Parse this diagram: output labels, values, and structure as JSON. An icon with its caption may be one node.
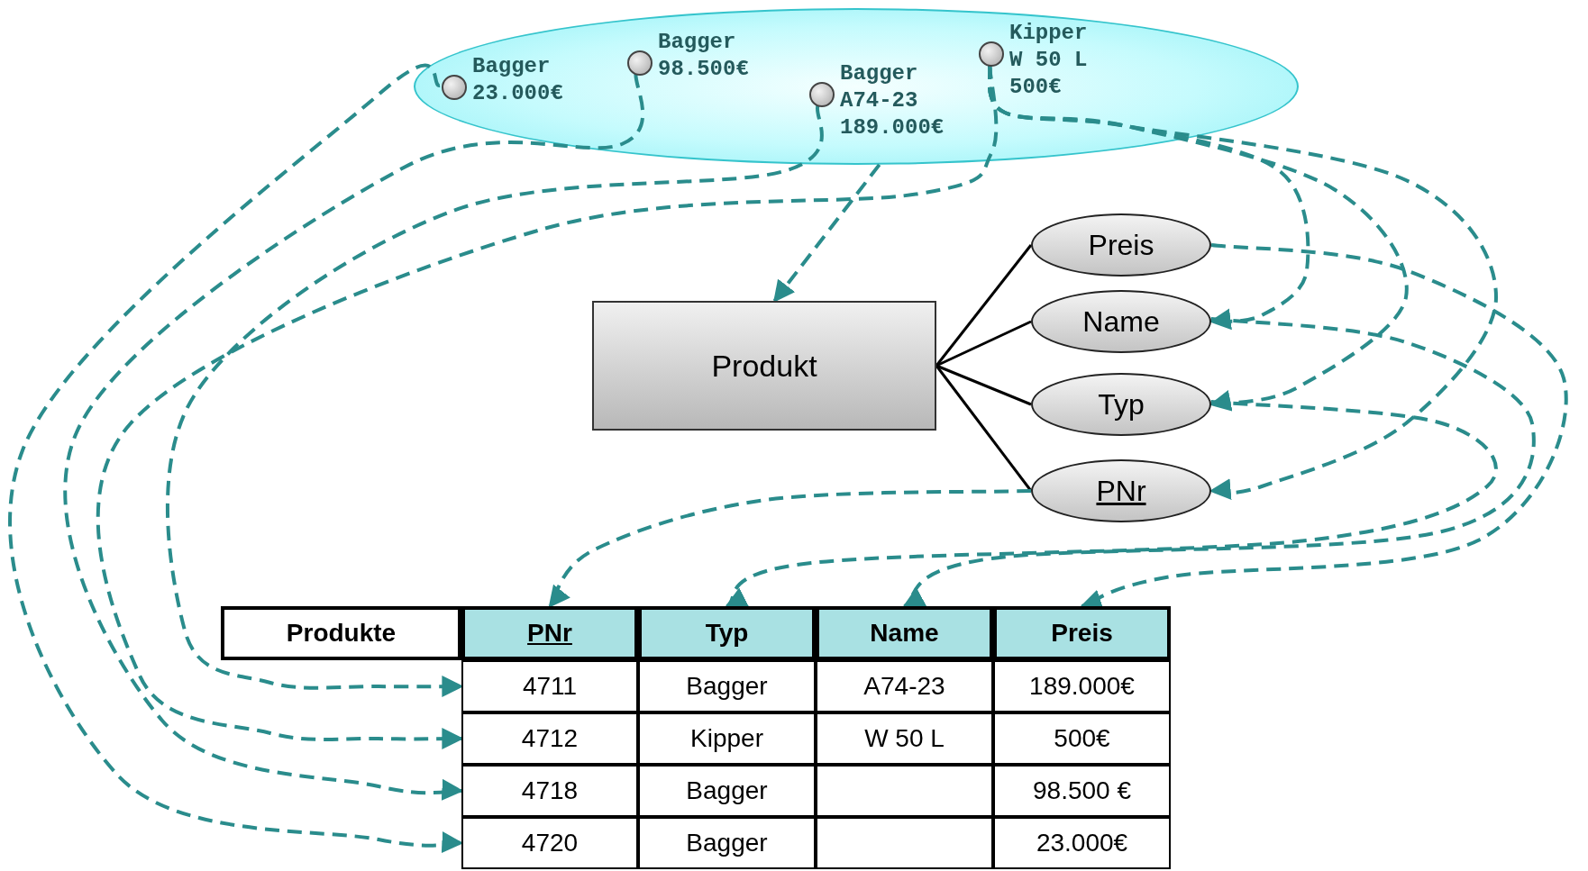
{
  "diagram": {
    "nodes": [
      {
        "text": [],
        "shape": "ellipse"
      },
      {
        "text": [],
        "shape": "circle",
        "in": 0,
        "beside": [
          "Bagger",
          "23.000€"
        ]
      },
      {
        "text": [],
        "shape": "circle",
        "in": 0,
        "beside": [
          "Bagger",
          "98.500€"
        ]
      },
      {
        "text": [],
        "shape": "circle",
        "in": 0,
        "beside": [
          "Bagger",
          "A74-23",
          "189.000€"
        ]
      },
      {
        "text": [],
        "shape": "circle",
        "in": 0,
        "beside": [
          "Kipper",
          "W 50 L",
          "500€"
        ]
      },
      {
        "text": [
          "Produkt"
        ]
      },
      {
        "text": [
          "Preis"
        ]
      },
      {
        "text": [
          "Name"
        ]
      },
      {
        "text": [
          "Typ"
        ]
      },
      {
        "text": [
          "PNr"
        ]
      },
      {
        "text": [
          "Produkte"
        ]
      },
      {
        "text": [
          "PNr"
        ]
      },
      {
        "text": [
          "Typ"
        ]
      },
      {
        "text": [
          "Name"
        ]
      },
      {
        "text": [
          "Preis"
        ]
      },
      {
        "text": [
          "4711"
        ]
      },
      {
        "text": [
          "4712"
        ]
      },
      {
        "text": [
          "4718"
        ]
      },
      {
        "text": [
          "4720"
        ]
      }
    ],
    "edges": [
      {
        "from": 0,
        "to": 5,
        "arrow": "to",
        "style": "dashed",
        "color": "#2a8c8c"
      },
      {
        "from": 5,
        "to": 6,
        "arrow": "none",
        "color": "#000000"
      },
      {
        "from": 5,
        "to": 7,
        "arrow": "none",
        "color": "#000000"
      },
      {
        "from": 5,
        "to": 8,
        "arrow": "none",
        "color": "#000000"
      },
      {
        "from": 5,
        "to": 9,
        "arrow": "none",
        "color": "#000000"
      },
      {
        "from": 3,
        "to": 15,
        "arrow": "to",
        "style": "dashed",
        "color": "#2a8c8c"
      },
      {
        "from": 4,
        "to": 16,
        "arrow": "to",
        "style": "dashed",
        "color": "#2a8c8c"
      },
      {
        "from": 2,
        "to": 17,
        "arrow": "to",
        "style": "dashed",
        "color": "#2a8c8c"
      },
      {
        "from": 1,
        "to": 18,
        "arrow": "to",
        "style": "dashed",
        "color": "#2a8c8c"
      },
      {
        "from": 4,
        "to": 9,
        "arrow": "to",
        "style": "dashed",
        "color": "#2a8c8c"
      },
      {
        "from": 4,
        "to": 8,
        "arrow": "to",
        "style": "dashed",
        "color": "#2a8c8c"
      },
      {
        "from": 4,
        "to": 7,
        "arrow": "to",
        "style": "dashed",
        "color": "#2a8c8c"
      },
      {
        "from": 6,
        "to": 14,
        "arrow": "to",
        "style": "dashed",
        "color": "#2a8c8c"
      },
      {
        "from": 7,
        "to": 13,
        "arrow": "to",
        "style": "dashed",
        "color": "#2a8c8c"
      },
      {
        "from": 8,
        "to": 12,
        "arrow": "to",
        "style": "dashed",
        "color": "#2a8c8c"
      },
      {
        "from": 9,
        "to": 11,
        "arrow": "to",
        "style": "dashed",
        "color": "#2a8c8c"
      }
    ],
    "labels": [
      "Bagger",
      "A74-23",
      "189.000€",
      "Kipper",
      "W 50 L",
      "500€",
      "Bagger",
      "98.500 €",
      "Bagger",
      "23.000€"
    ]
  }
}
